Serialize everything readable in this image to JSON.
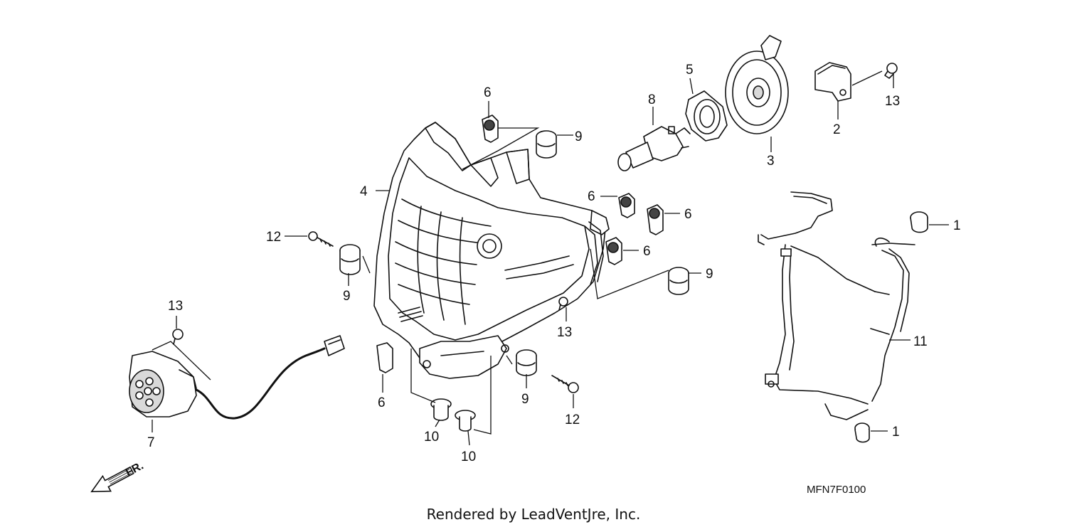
{
  "diagram": {
    "callouts": [
      {
        "id": "c6a",
        "text": "6"
      },
      {
        "id": "c9a",
        "text": "9"
      },
      {
        "id": "c8",
        "text": "8"
      },
      {
        "id": "c5",
        "text": "5"
      },
      {
        "id": "c3",
        "text": "3"
      },
      {
        "id": "c2",
        "text": "2"
      },
      {
        "id": "c13a",
        "text": "13"
      },
      {
        "id": "c4",
        "text": "4"
      },
      {
        "id": "c6b",
        "text": "6"
      },
      {
        "id": "c6c",
        "text": "6"
      },
      {
        "id": "c6d",
        "text": "6"
      },
      {
        "id": "c9b",
        "text": "9"
      },
      {
        "id": "c12a",
        "text": "12"
      },
      {
        "id": "c9c",
        "text": "9"
      },
      {
        "id": "c13b",
        "text": "13"
      },
      {
        "id": "c13c",
        "text": "13"
      },
      {
        "id": "c1a",
        "text": "1"
      },
      {
        "id": "c11",
        "text": "11"
      },
      {
        "id": "c1b",
        "text": "1"
      },
      {
        "id": "c6e",
        "text": "6"
      },
      {
        "id": "c9d",
        "text": "9"
      },
      {
        "id": "c12b",
        "text": "12"
      },
      {
        "id": "c10a",
        "text": "10"
      },
      {
        "id": "c10b",
        "text": "10"
      },
      {
        "id": "c7",
        "text": "7"
      }
    ],
    "direction_label": "FR.",
    "diagram_code": "MFN7F0100",
    "credit": "Rendered by LeadVentJre, Inc."
  }
}
